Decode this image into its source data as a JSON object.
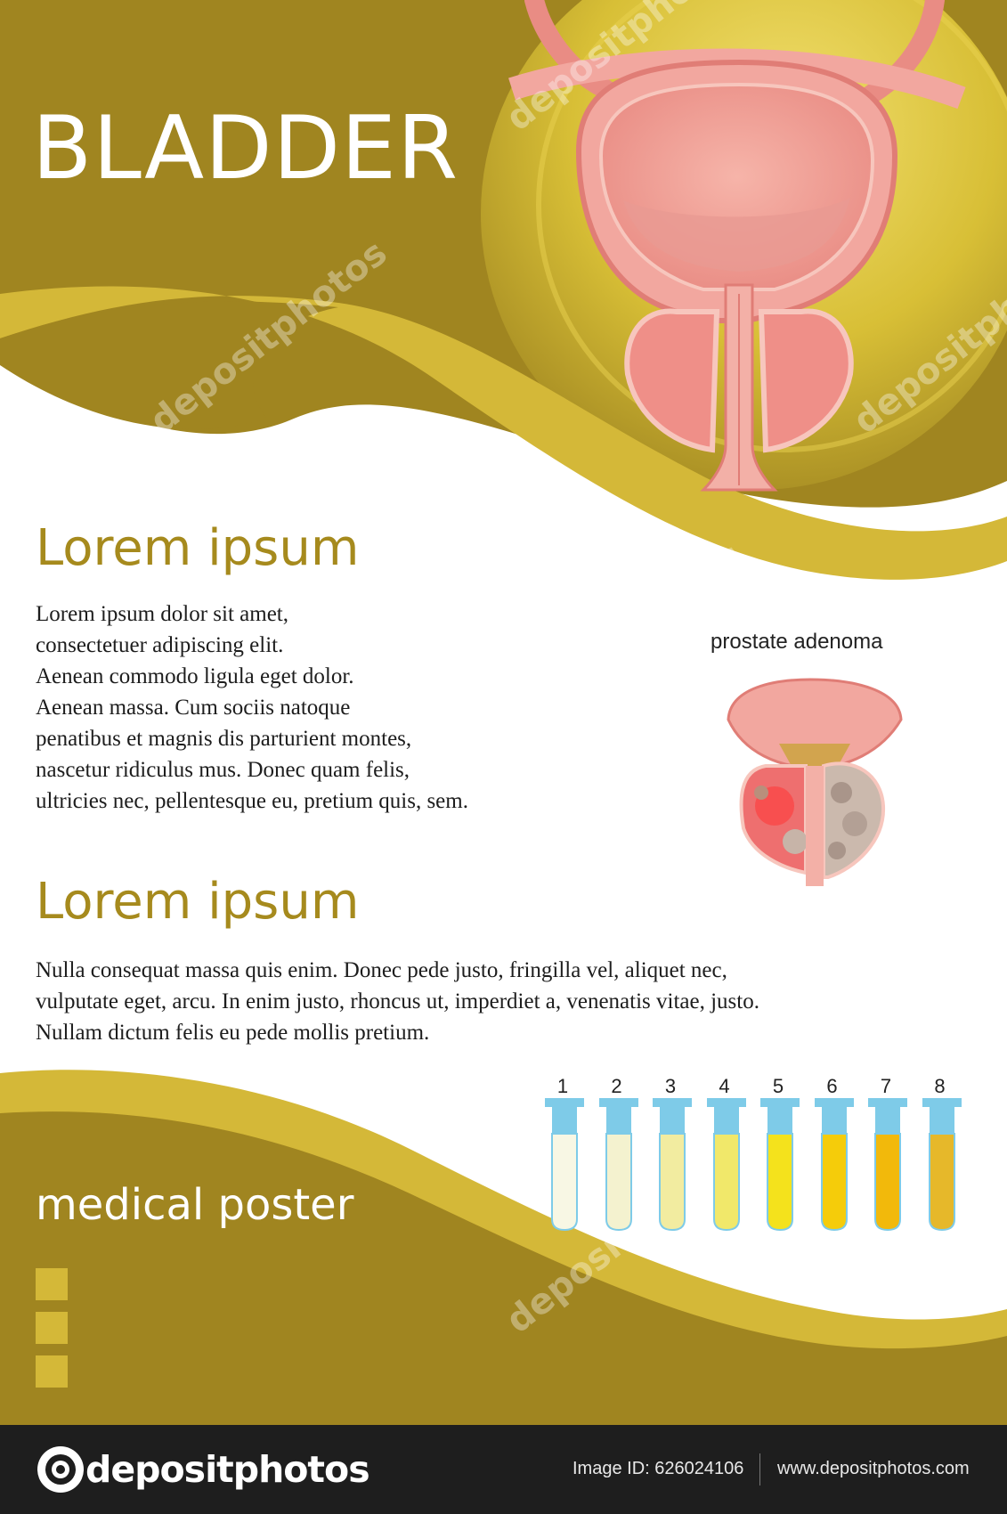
{
  "header": {
    "title": "BLADDER"
  },
  "sections": [
    {
      "heading": "Lorem ipsum",
      "lines": [
        "Lorem ipsum dolor sit amet,",
        "consectetuer adipiscing elit.",
        "Aenean commodo ligula eget dolor.",
        "Aenean massa. Cum sociis natoque",
        "penatibus et magnis dis parturient montes,",
        "nascetur ridiculus mus. Donec quam felis,",
        "ultricies nec, pellentesque eu, pretium quis, sem."
      ]
    },
    {
      "heading": "Lorem ipsum",
      "lines": [
        "Nulla consequat massa quis enim. Donec pede justo, fringilla vel, aliquet nec,",
        "vulputate eget, arcu. In enim justo, rhoncus ut, imperdiet a, venenatis vitae, justo.",
        "Nullam dictum felis eu pede mollis pretium."
      ]
    }
  ],
  "illustration": {
    "label": "prostate adenoma"
  },
  "urine_tubes": {
    "numbers": [
      "1",
      "2",
      "3",
      "4",
      "5",
      "6",
      "7",
      "8"
    ],
    "fill_colors": [
      "#f8f7e4",
      "#f4f2cf",
      "#f2eca0",
      "#f1e86a",
      "#f4e21c",
      "#f5cc0a",
      "#f2b90b",
      "#e6b82a"
    ]
  },
  "footer_left": {
    "subtitle": "medical poster"
  },
  "footer": {
    "brand": "depositphotos",
    "image_id": "Image ID: 626024106",
    "website": "www.depositphotos.com"
  },
  "watermark": "depositphotos",
  "colors": {
    "olive": "#a08520",
    "gold": "#d4b838",
    "heading": "#a68a1d",
    "tube_cap": "#7ecbe8",
    "tissue_pink": "#f2a79f",
    "tissue_dark": "#e07d76"
  }
}
